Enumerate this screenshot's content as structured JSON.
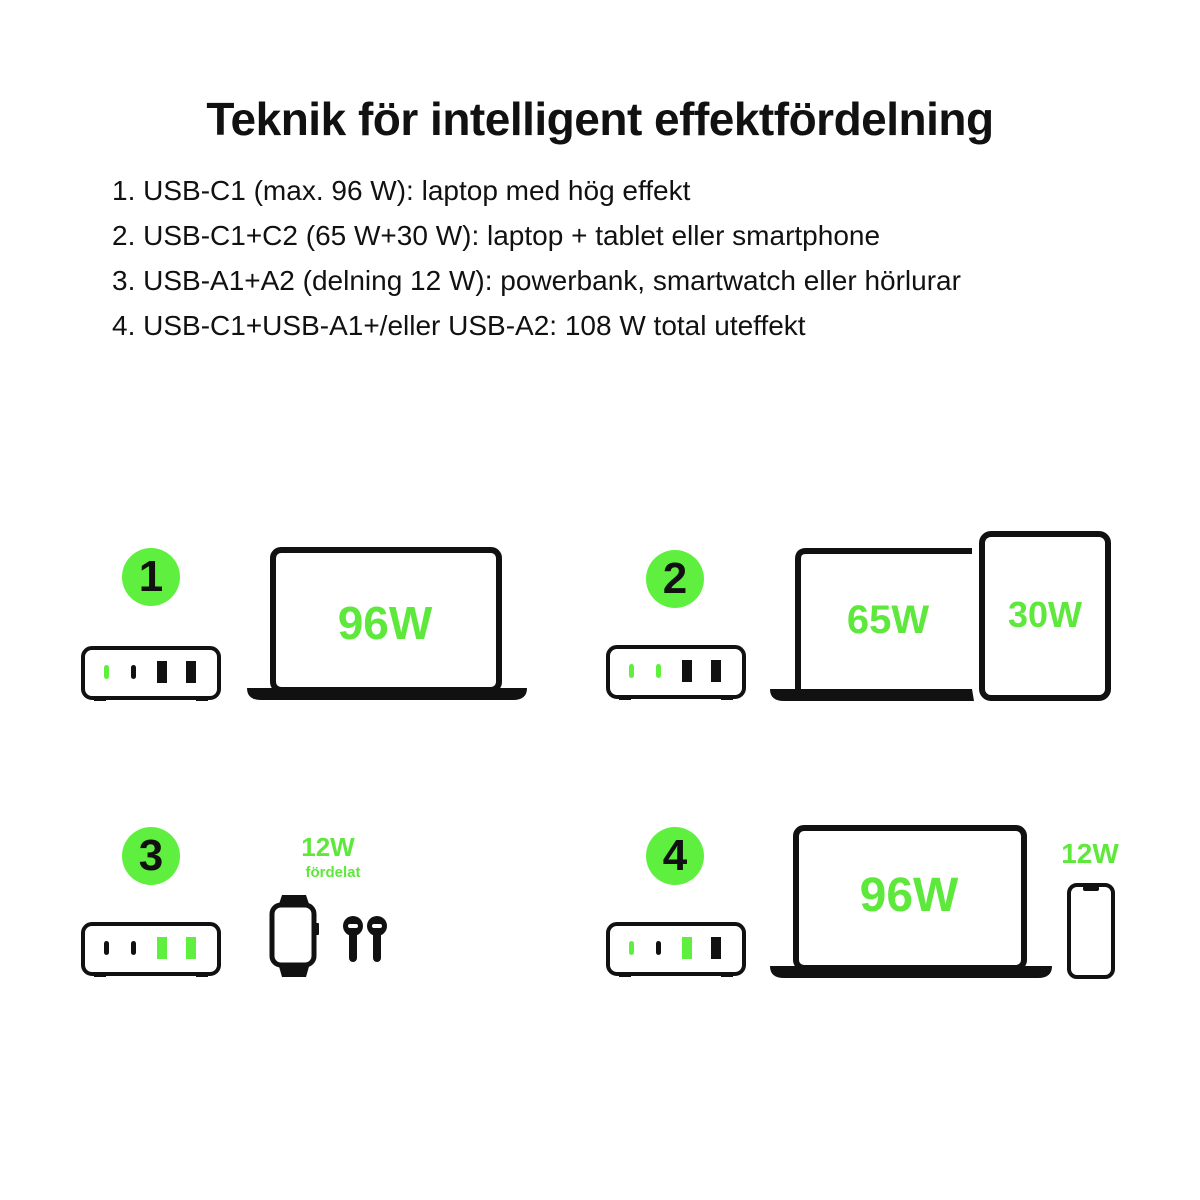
{
  "title": "Teknik för intelligent effektfördelning",
  "modes": [
    {
      "label": "1. USB-C1 (max. 96 W): laptop med hög effekt"
    },
    {
      "label": "2. USB-C1+C2 (65 W+30 W): laptop + tablet eller smartphone"
    },
    {
      "label": "3. USB-A1+A2 (delning 12 W): powerbank, smartwatch eller hörlurar"
    },
    {
      "label": "4. USB-C1+USB-A1+/eller USB-A2: 108 W total uteffekt"
    }
  ],
  "colors": {
    "accent": "#5ff03f",
    "outline": "#111111",
    "background": "#ffffff"
  },
  "scenarios": [
    {
      "number": "1",
      "ports_active": [
        "C1"
      ],
      "devices": [
        {
          "type": "laptop",
          "watts": "96W"
        }
      ]
    },
    {
      "number": "2",
      "ports_active": [
        "C1",
        "C2"
      ],
      "devices": [
        {
          "type": "laptop",
          "watts": "65W"
        },
        {
          "type": "tablet",
          "watts": "30W"
        }
      ]
    },
    {
      "number": "3",
      "ports_active": [
        "A1",
        "A2"
      ],
      "shared_label": "12W",
      "shared_sub": "fördelat",
      "devices": [
        {
          "type": "smartwatch"
        },
        {
          "type": "earbuds"
        }
      ]
    },
    {
      "number": "4",
      "ports_active": [
        "C1",
        "A1"
      ],
      "devices": [
        {
          "type": "laptop",
          "watts": "96W"
        },
        {
          "type": "smartphone",
          "watts": "12W"
        }
      ]
    }
  ]
}
